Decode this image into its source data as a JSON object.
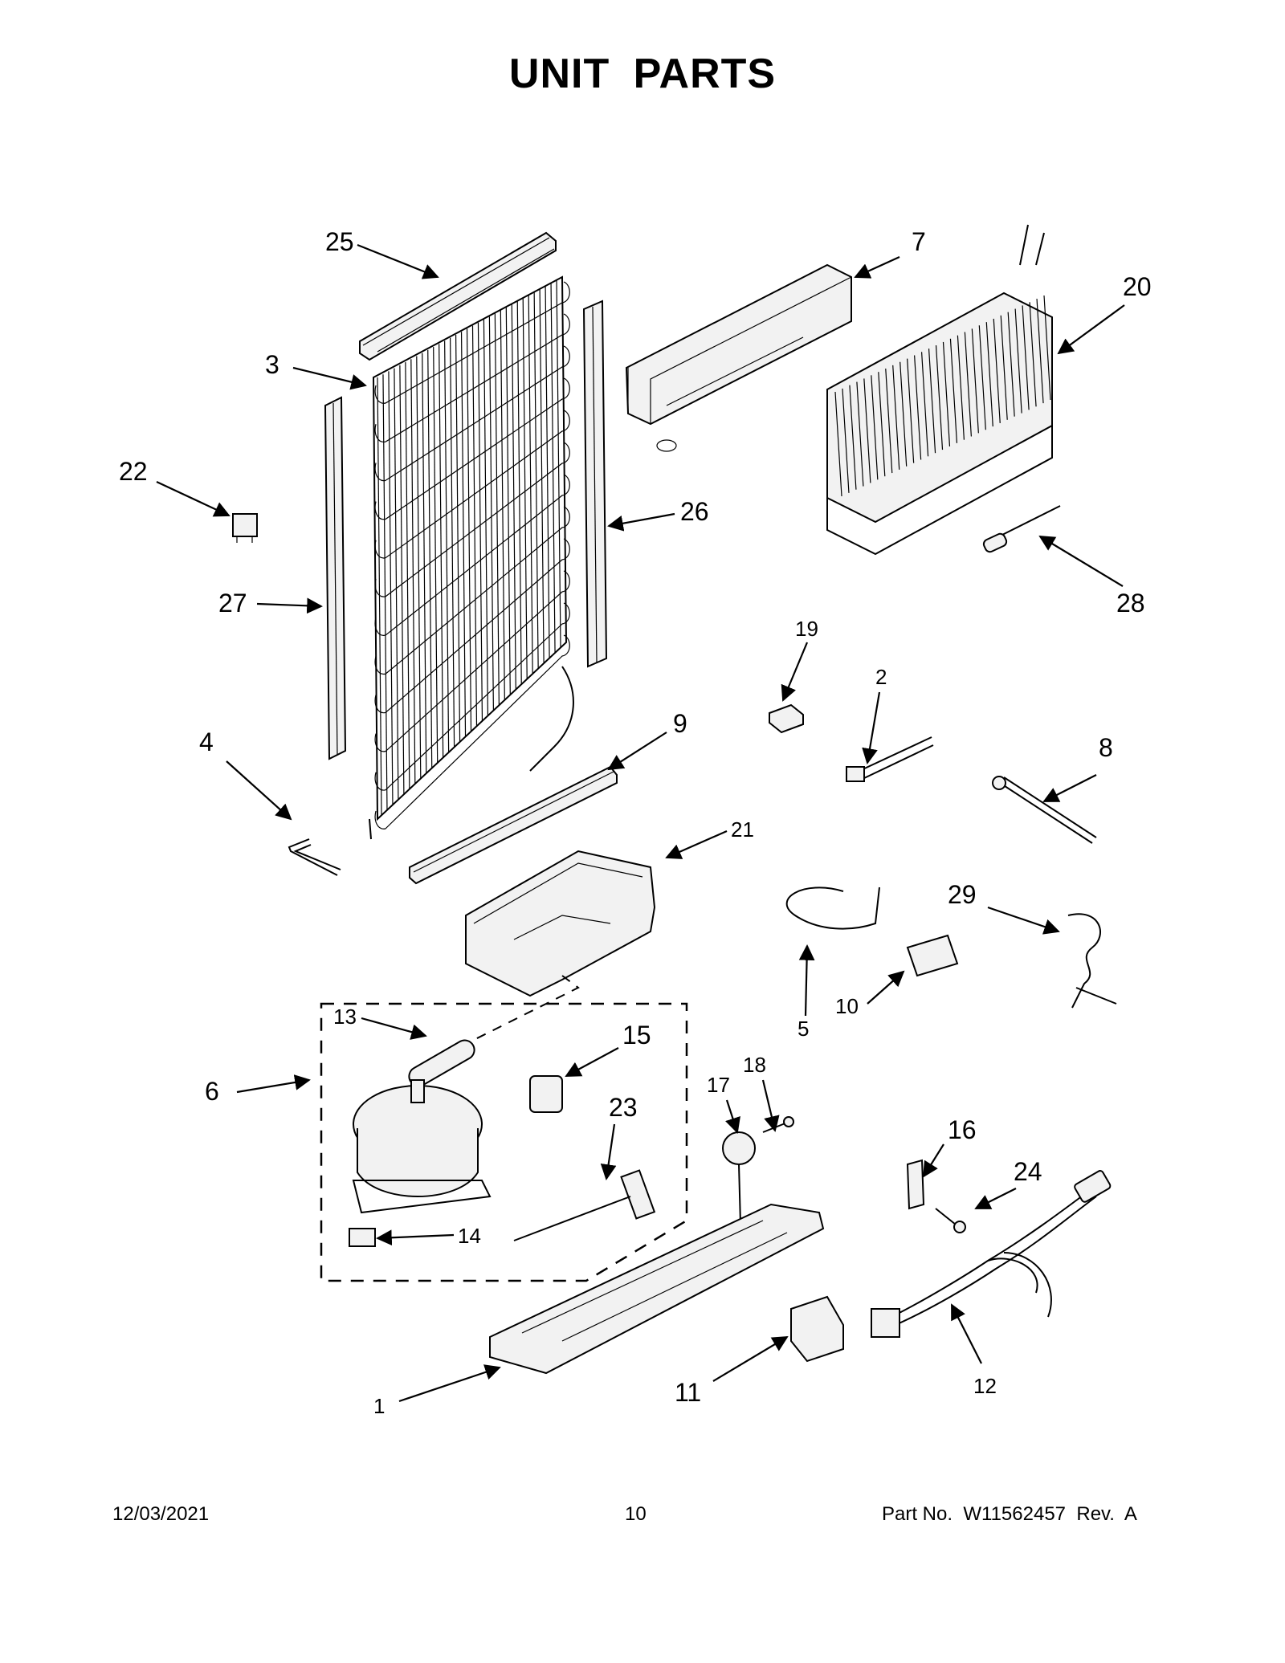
{
  "page_title": "UNIT PARTS",
  "callouts": [
    "25",
    "7",
    "20",
    "3",
    "22",
    "26",
    "27",
    "28",
    "19",
    "2",
    "4",
    "9",
    "8",
    "21",
    "29",
    "13",
    "15",
    "6",
    "5",
    "10",
    "18",
    "17",
    "16",
    "23",
    "24",
    "14",
    "12",
    "1",
    "11"
  ],
  "footer": {
    "date": "12/03/2021",
    "page_number": "10",
    "part_no": "Part No.  W11562457  Rev.  A"
  }
}
